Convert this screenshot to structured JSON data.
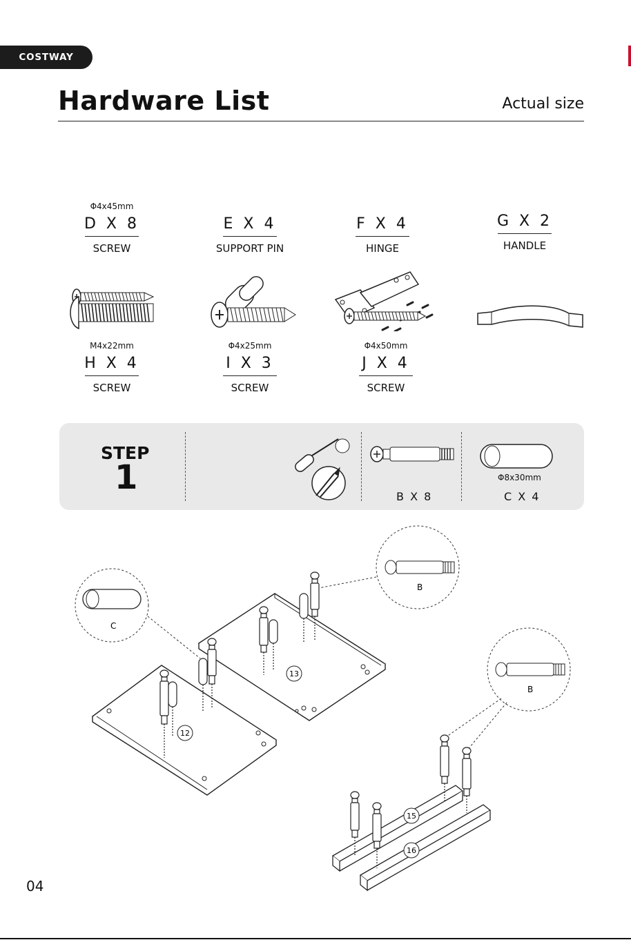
{
  "brand": {
    "name": "COSTWAY"
  },
  "header": {
    "title": "Hardware List",
    "subtitle": "Actual size"
  },
  "hardware": [
    {
      "spec": "Φ4x45mm",
      "qty": "D X 8",
      "name": "SCREW",
      "icon": "screw-icon"
    },
    {
      "spec": "",
      "qty": "E X 4",
      "name": "SUPPORT PIN",
      "icon": "support-pin-icon"
    },
    {
      "spec": "",
      "qty": "F X 4",
      "name": "HINGE",
      "icon": "hinge-icon"
    },
    {
      "spec": "",
      "qty": "G X 2",
      "name": "HANDLE",
      "icon": "handle-icon"
    },
    {
      "spec": "M4x22mm",
      "qty": "H X 4",
      "name": "SCREW",
      "icon": "bolt-icon"
    },
    {
      "spec": "Φ4x25mm",
      "qty": "I X 3",
      "name": "SCREW",
      "icon": "screw-icon"
    },
    {
      "spec": "Φ4x50mm",
      "qty": "J X 4",
      "name": "SCREW",
      "icon": "screw-icon"
    }
  ],
  "step": {
    "word": "STEP",
    "number": "1",
    "tool": "screwdriver-icon",
    "parts": [
      {
        "qty": "B X 8",
        "spec": "",
        "icon": "cam-bolt-icon"
      },
      {
        "qty": "C X 4",
        "spec": "Φ8x30mm",
        "icon": "dowel-icon"
      }
    ]
  },
  "diagram": {
    "callouts": [
      "C",
      "B",
      "B"
    ],
    "panels": [
      "12",
      "13",
      "15",
      "16"
    ]
  },
  "footer": {
    "page": "04"
  }
}
